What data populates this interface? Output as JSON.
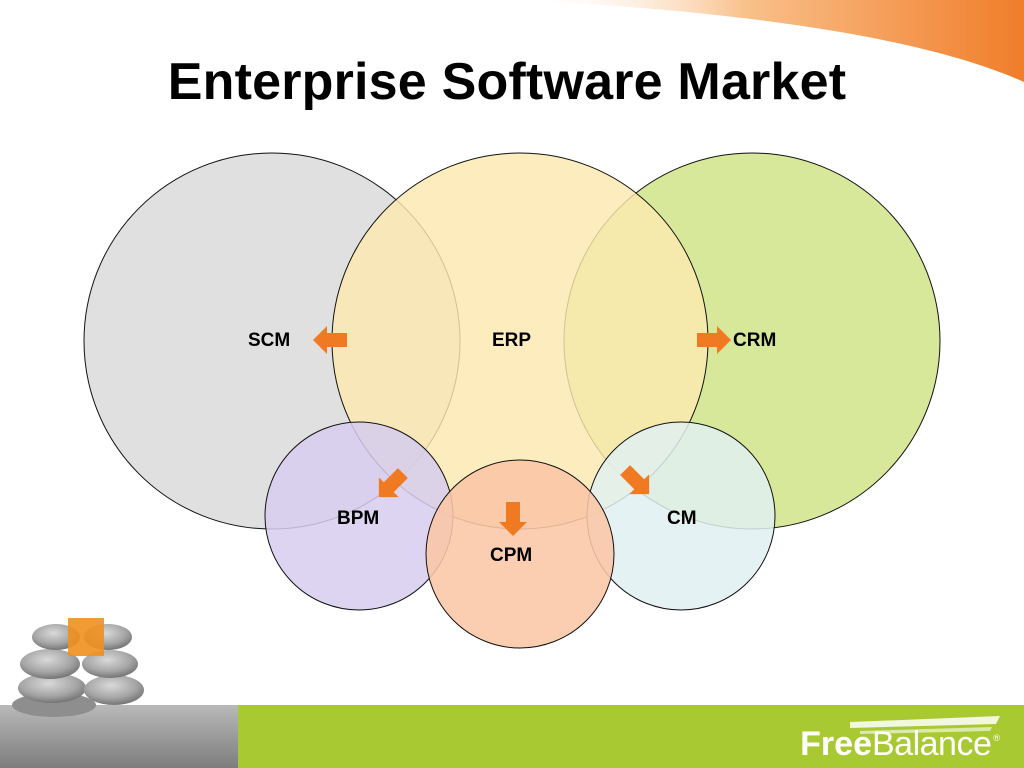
{
  "title": "Enterprise Software Market",
  "diagram": {
    "nodes": [
      {
        "id": "scm",
        "label": "SCM",
        "fill": "#e0e0e0"
      },
      {
        "id": "erp",
        "label": "ERP",
        "fill": "#fde9b0"
      },
      {
        "id": "crm",
        "label": "CRM",
        "fill": "#d8e89a"
      },
      {
        "id": "bpm",
        "label": "BPM",
        "fill": "#d6ccef"
      },
      {
        "id": "cpm",
        "label": "CPM",
        "fill": "#fbc6a6"
      },
      {
        "id": "cm",
        "label": "CM",
        "fill": "#e1f0f1"
      }
    ],
    "arrows": [
      {
        "from": "erp",
        "to": "scm",
        "direction": "left"
      },
      {
        "from": "erp",
        "to": "crm",
        "direction": "right"
      },
      {
        "from": "erp",
        "to": "bpm",
        "direction": "down-left"
      },
      {
        "from": "erp",
        "to": "cpm",
        "direction": "down"
      },
      {
        "from": "erp",
        "to": "cm",
        "direction": "down-right"
      }
    ]
  },
  "brand": {
    "name_bold": "Free",
    "name_light": "Balance",
    "registered": "®"
  },
  "colors": {
    "accent_orange": "#f07a22",
    "footer_green": "#a9c932",
    "top_swoosh": "#f58b32"
  },
  "decor": {
    "stones": "stacked-stones-image",
    "logo_mark": "freebalance-logo"
  }
}
